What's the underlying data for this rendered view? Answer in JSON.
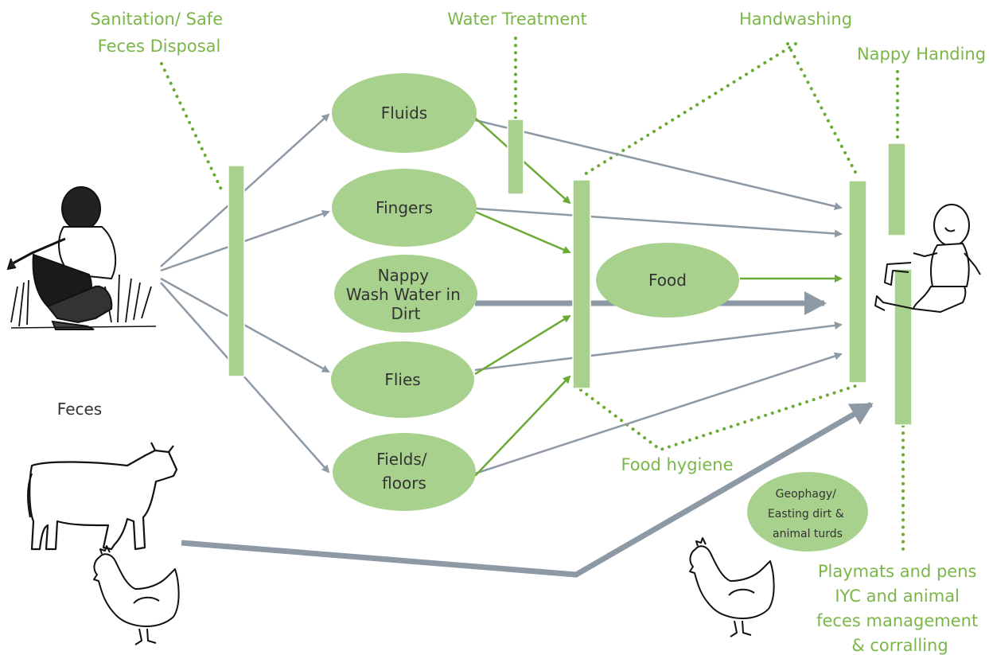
{
  "colors": {
    "green_label": "#7ab648",
    "node_fill": "#a9d18e",
    "barrier_fill": "#a9d18e",
    "arrow_grey": "#8e99a6",
    "arrow_green": "#6aaa35",
    "dots_green": "#6aaa35"
  },
  "labels": {
    "sanitation": [
      "Sanitation/ Safe",
      "Feces Disposal"
    ],
    "water_treatment": "Water Treatment",
    "handwashing": "Handwashing",
    "nappy_handing": "Nappy Handing",
    "food_hygiene": "Food hygiene",
    "playmats": [
      "Playmats and pens",
      "IYC and animal",
      "feces management",
      "& corralling"
    ],
    "feces": "Feces"
  },
  "nodes": {
    "fluids": [
      "Fluids"
    ],
    "fingers": [
      "Fingers"
    ],
    "nappy": [
      "Nappy",
      "Wash Water in",
      "Dirt"
    ],
    "flies": [
      "Flies"
    ],
    "fields": [
      "Fields/",
      "floors"
    ],
    "food": [
      "Food"
    ],
    "geophagy": [
      "Geophagy/",
      "Easting dirt &",
      "animal turds"
    ]
  },
  "icons": {
    "person": "squatting-person-icon",
    "cow": "cow-icon",
    "hen_left": "hen-icon",
    "hen_right": "hen-icon",
    "child": "baby-icon"
  }
}
